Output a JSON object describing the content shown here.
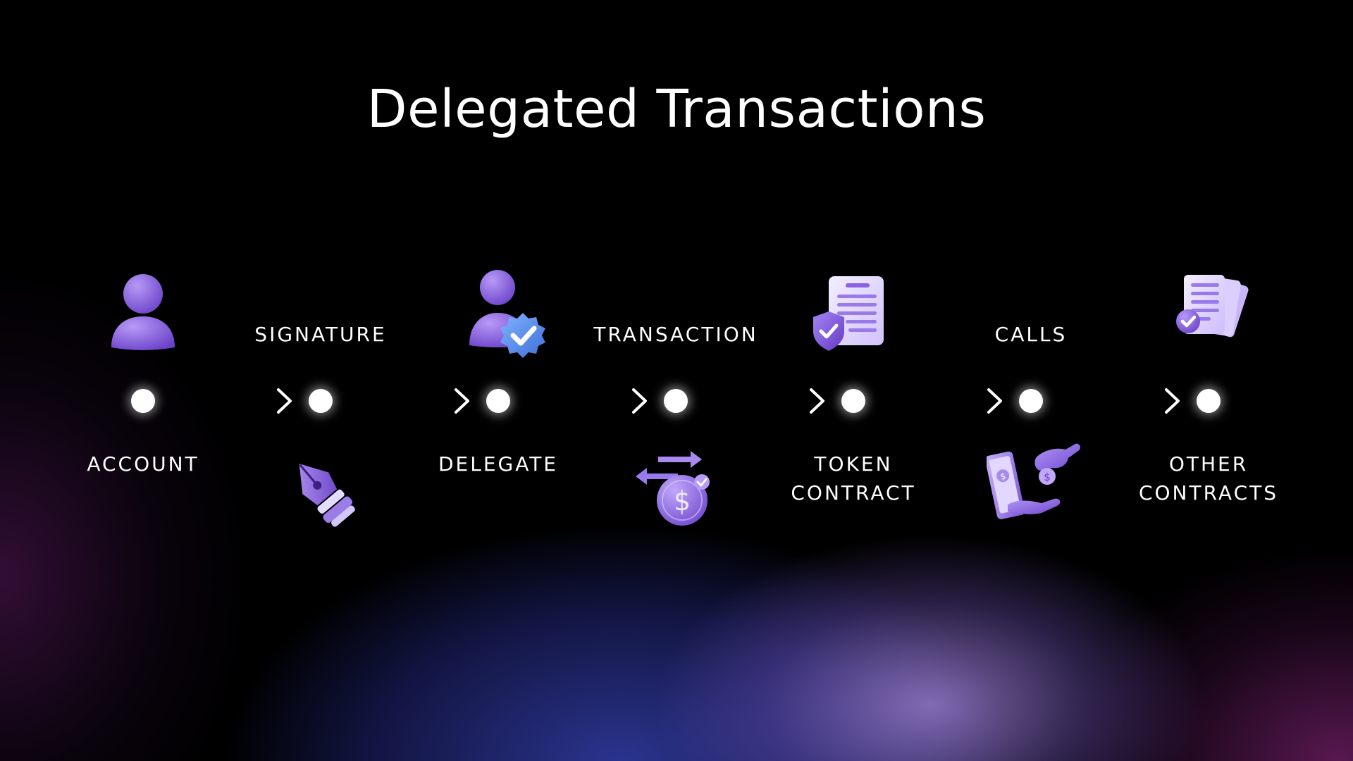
{
  "title": "Delegated Transactions",
  "nodes": [
    {
      "label": "ACCOUNT",
      "icon": "user-icon",
      "label_position": "below"
    },
    {
      "label": "SIGNATURE",
      "icon": "fountain-pen-icon",
      "label_position": "above"
    },
    {
      "label": "DELEGATE",
      "icon": "verified-user-icon",
      "label_position": "below"
    },
    {
      "label": "TRANSACTION",
      "icon": "money-transfer-icon",
      "label_position": "above"
    },
    {
      "label": "TOKEN\nCONTRACT",
      "icon": "secure-document-icon",
      "label_position": "below"
    },
    {
      "label": "CALLS",
      "icon": "payment-hands-icon",
      "label_position": "above"
    },
    {
      "label": "OTHER\nCONTRACTS",
      "icon": "approved-documents-icon",
      "label_position": "below"
    }
  ],
  "colors": {
    "background": "#000000",
    "icon_primary": "#8b62e0",
    "icon_light": "#b79af5",
    "icon_accent_blue": "#4f8de8",
    "text": "#ffffff"
  }
}
